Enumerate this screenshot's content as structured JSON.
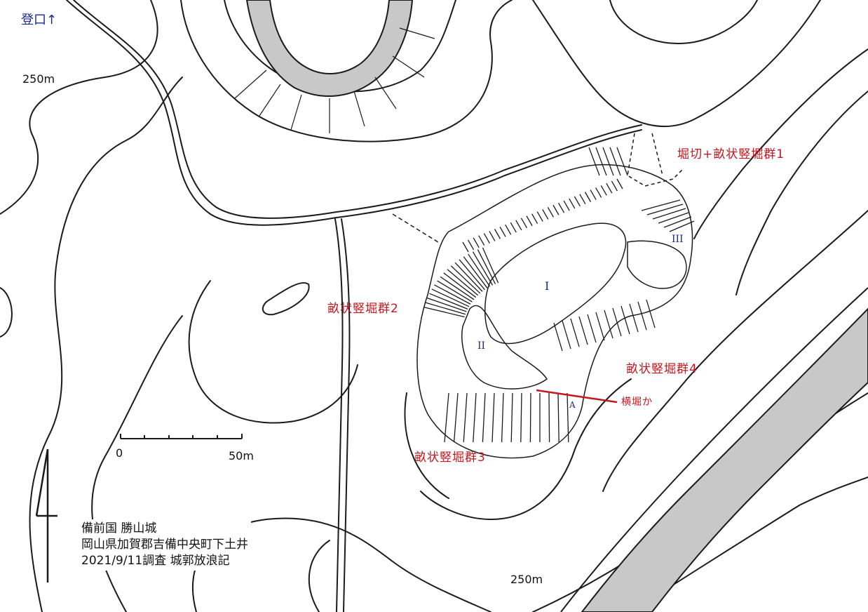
{
  "map": {
    "entrance_label": "登口↑",
    "contours": {
      "label_top_left": "250m",
      "label_bottom": "250m"
    },
    "enclosures": {
      "main": "I",
      "second": "II",
      "third": "III",
      "point_a": "A"
    },
    "features": {
      "group1": "堀切+畝状竪堀群1",
      "group2": "畝状竪堀群2",
      "group3": "畝状竪堀群3",
      "group4": "畝状竪堀群4",
      "yokobori": "横堀か"
    },
    "scale_bar": {
      "start": "0",
      "end": "50m"
    },
    "info": {
      "line1": "備前国 勝山城",
      "line2": "岡山県加賀郡吉備中央町下土井",
      "line3": "2021/9/11調査 城郭放浪記"
    },
    "colors": {
      "road_fill": "#c8c8c8",
      "line": "#1a1a1a",
      "feature_text": "#c0191f",
      "label_blue": "#1a2a8a"
    }
  }
}
